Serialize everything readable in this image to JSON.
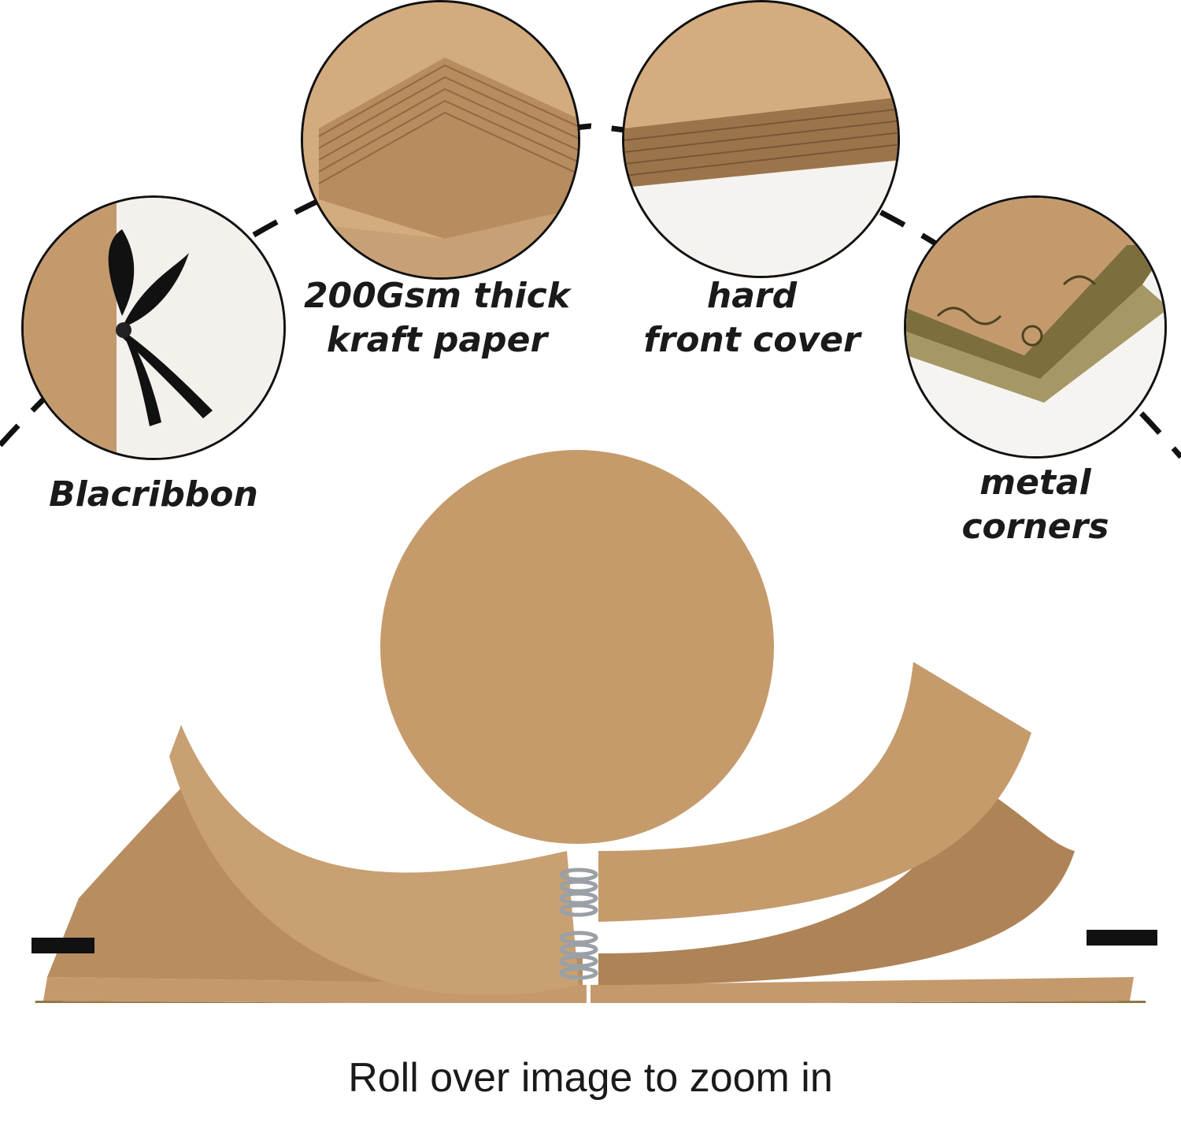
{
  "colors": {
    "kraft": "#c49a6c",
    "kraft_light": "#d2a97a",
    "kraft_dark": "#a57b50",
    "metal": "#8a7a45",
    "ribbon": "#111111"
  },
  "callouts": [
    {
      "id": "ribbon",
      "lines": [
        "Blacribbon"
      ]
    },
    {
      "id": "paper",
      "lines": [
        "200Gsm thick",
        "kraft  paper"
      ]
    },
    {
      "id": "cover",
      "lines": [
        "hard",
        "front cover"
      ]
    },
    {
      "id": "corners",
      "lines": [
        "metal",
        "corners"
      ]
    }
  ],
  "caption": "Roll over image to zoom in"
}
